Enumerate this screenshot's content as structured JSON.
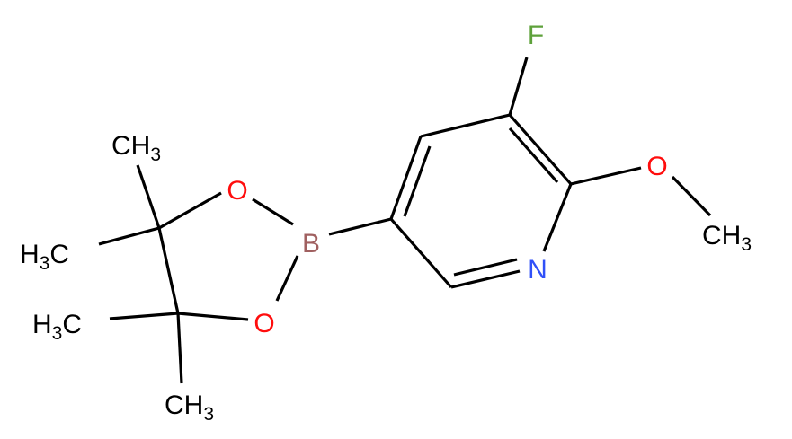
{
  "molecule": {
    "atoms": {
      "fluorine": "F",
      "methoxy_oxygen": "O",
      "methoxy_methyl": {
        "main": "CH",
        "sub": "3"
      },
      "pyridine_nitrogen": "N",
      "boron": "B",
      "ring_oxygen_top": "O",
      "ring_oxygen_bottom": "O",
      "methyl_top": {
        "main": "CH",
        "sub": "3"
      },
      "methyl_left_upper": {
        "main": "H",
        "sub": "3",
        "tail": "C"
      },
      "methyl_left_lower": {
        "main": "H",
        "sub": "3",
        "tail": "C"
      },
      "methyl_bottom": {
        "main": "CH",
        "sub": "3"
      }
    },
    "colors": {
      "bond": "#000000",
      "F": "#5ea13b",
      "O": "#ff0d0d",
      "N": "#3050f8",
      "B": "#a06060",
      "C": "#000000"
    }
  }
}
